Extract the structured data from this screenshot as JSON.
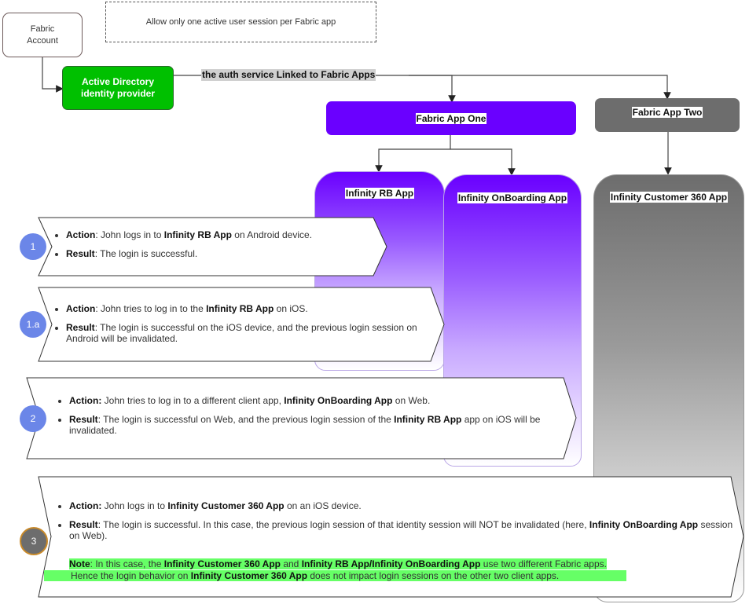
{
  "diagram": {
    "title_note": "Allow only one active user session per Fabric app",
    "fabric_account": {
      "line1": "Fabric",
      "line2": "Account"
    },
    "identity_provider": {
      "line1": "Active Directory",
      "line2": "identity provider",
      "color": "#00c000"
    },
    "edge_label": "the auth service Linked to Fabric Apps",
    "fabric_apps": [
      {
        "label": "Fabric App One",
        "color": "#6a00ff"
      },
      {
        "label": "Fabric App Two",
        "color": "#6d6d6d"
      }
    ],
    "client_apps": [
      {
        "label": "Infinity RB App",
        "parent": "Fabric App One"
      },
      {
        "label": "Infinity OnBoarding App",
        "parent": "Fabric App One"
      },
      {
        "label": "Infinity Customer 360 App",
        "parent": "Fabric App Two"
      }
    ]
  },
  "steps": [
    {
      "badge": "1",
      "action_label": "Action",
      "action_pre": ": John logs in to ",
      "action_bold": "Infinity RB App",
      "action_post": " on Android device.",
      "result_label": "Result",
      "result_text": ": The login is successful."
    },
    {
      "badge": "1.a",
      "action_label": "Action",
      "action_pre": ": John tries to log in to the ",
      "action_bold": "Infinity RB App",
      "action_post": " on iOS.",
      "result_label": "Result",
      "result_text": ": The login is successful on the iOS device, and the previous login session on Android will be invalidated."
    },
    {
      "badge": "2",
      "action_label": "Action:",
      "action_pre": " John tries to log in to a different client app, ",
      "action_bold": "Infinity OnBoarding App",
      "action_post": " on Web.",
      "result_label": "Result",
      "result_pre": ": The login is successful on Web, and the previous login session of the ",
      "result_bold": "Infinity RB App",
      "result_post": " app on iOS will be invalidated."
    },
    {
      "badge": "3",
      "action_label": "Action:",
      "action_pre": " John logs in to ",
      "action_bold": "Infinity Customer 360 App",
      "action_post": " on an iOS device.",
      "result_label": "Result",
      "result_pre": ": The login is successful. In this case, the previous login session of that identity session will NOT be invalidated (here, ",
      "result_bold": "Infinity OnBoarding App",
      "result_post": " session on Web).",
      "note_label": "Note",
      "note_pre": ": In this case, the ",
      "note_bold1": "Infinity Customer 360 App",
      "note_mid": " and ",
      "note_bold2": "Infinity RB App/Infinity OnBoarding App",
      "note_post": " use two different Fabric apps.",
      "note2_pre": "Hence the login behavior on ",
      "note2_bold": "Infinity Customer 360 App",
      "note2_post": " does not impact login sessions on the other two client apps."
    }
  ]
}
